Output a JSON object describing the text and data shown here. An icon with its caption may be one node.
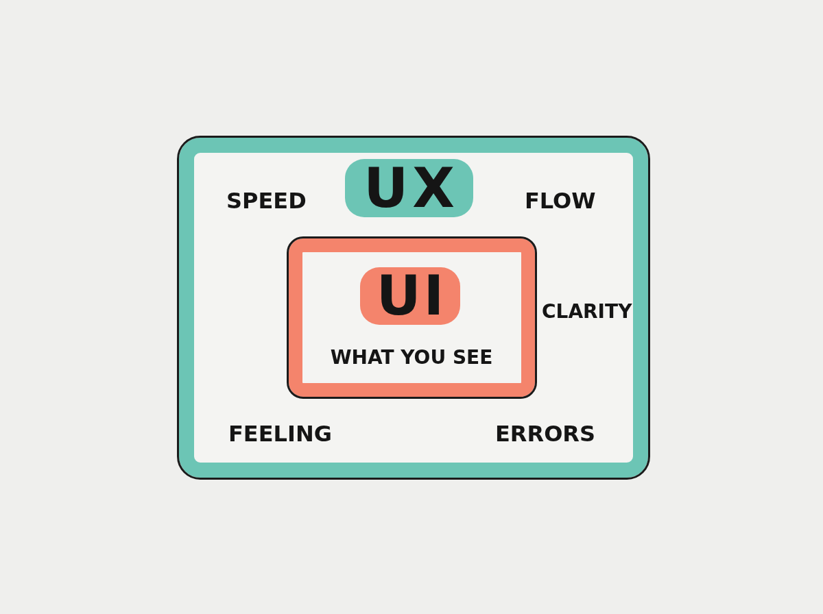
{
  "diagram": {
    "nodes": [
      {
        "text": [
          "UX"
        ]
      },
      {
        "text": [
          "UI",
          "WHAT YOU SEE"
        ],
        "in": 0
      }
    ],
    "labels": [
      "SPEED",
      "FLOW",
      "CLARITY",
      "FEELING",
      "ERRORS"
    ]
  }
}
